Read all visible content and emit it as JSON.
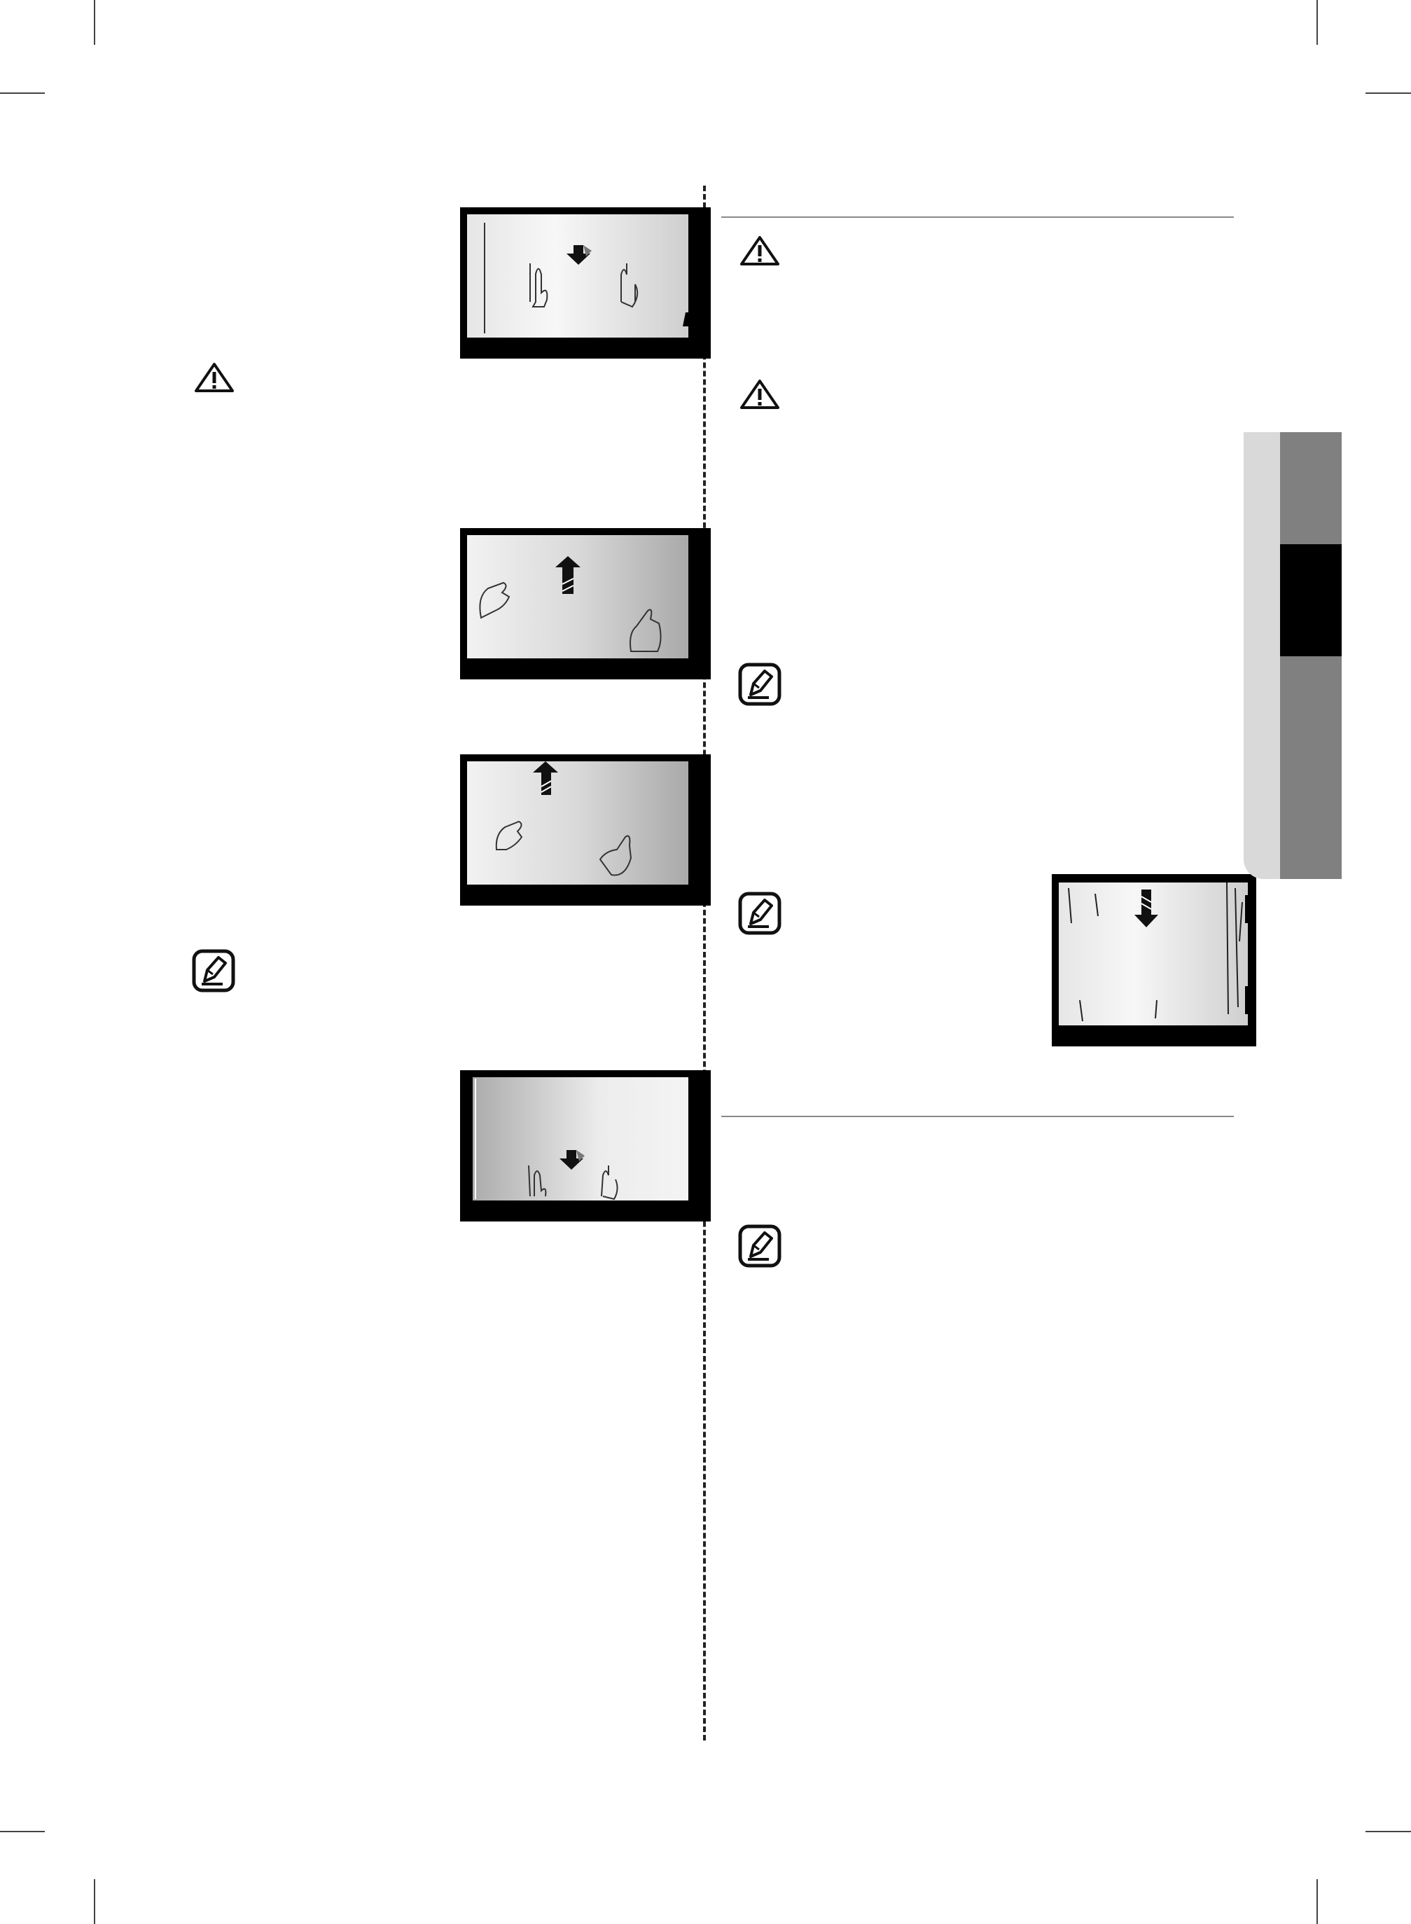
{
  "page": {
    "background": "#ffffff",
    "figure_count": 6,
    "caution_icon_count": 3,
    "note_icon_count": 4
  },
  "colors": {
    "frame": "#000000",
    "rule": "#8a8a8a",
    "tab_dark": "#000000",
    "tab_mid": "#808080",
    "tab_light": "#d9d9d9"
  },
  "icons": {
    "caution": "warning-triangle-icon",
    "note": "note-pencil-icon",
    "arrow_down": "arrow-down-icon",
    "arrow_up": "arrow-up-icon",
    "hand": "hand-icon"
  },
  "side_tabs": {
    "count": 3,
    "active_index": 1
  }
}
